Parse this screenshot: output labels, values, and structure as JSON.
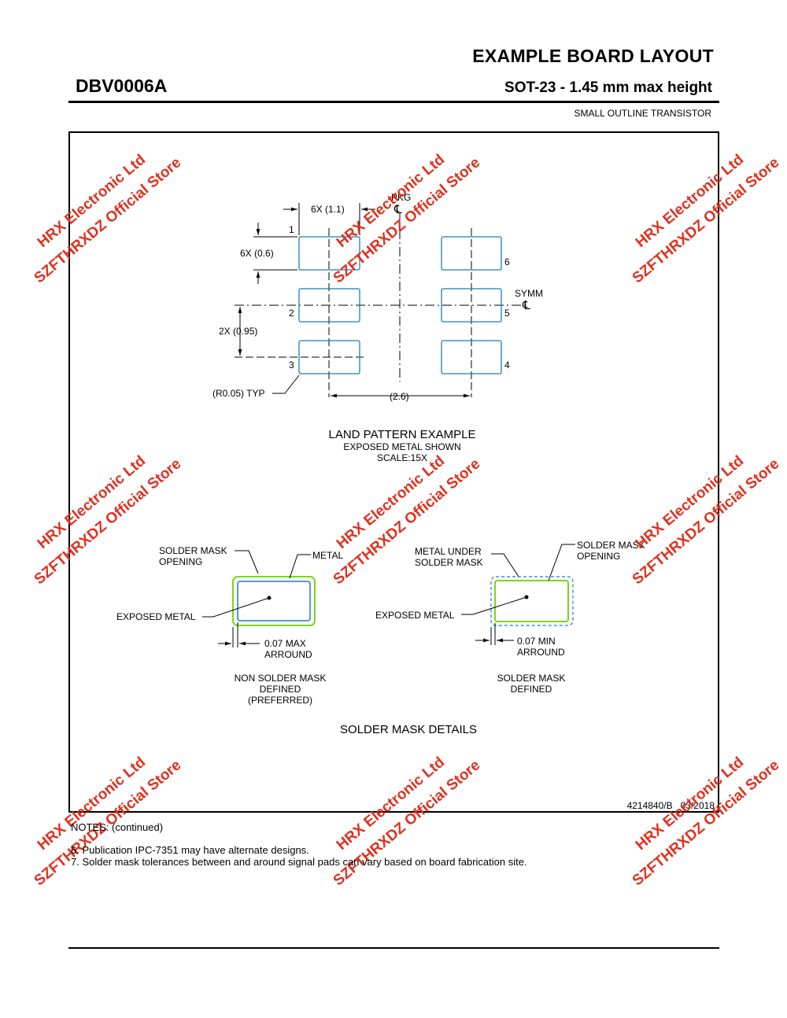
{
  "header": {
    "title": "EXAMPLE BOARD LAYOUT",
    "package_id": "DBV0006A",
    "subtitle": "SOT-23 - 1.45 mm max height",
    "description": "SMALL OUTLINE TRANSISTOR"
  },
  "land_pattern": {
    "dim_pad_length": "6X (1.1)",
    "dim_pad_width": "6X (0.6)",
    "pkg_label": "PKG",
    "centerline_symbol": "℄",
    "symm_label": "SYMM",
    "dim_pitch": "2X (0.95)",
    "dim_radius": "(R0.05) TYP",
    "dim_span": "(2.6)",
    "pin_labels": [
      "1",
      "2",
      "3",
      "4",
      "5",
      "6"
    ],
    "caption_title": "LAND PATTERN EXAMPLE",
    "caption_line2": "EXPOSED METAL SHOWN",
    "caption_scale": "SCALE:15X"
  },
  "solder_mask": {
    "nsmd": {
      "opening_line1": "SOLDER MASK",
      "opening_line2": "OPENING",
      "metal": "METAL",
      "exposed_metal": "EXPOSED METAL",
      "clearance_line1": "0.07 MAX",
      "clearance_line2": "ARROUND",
      "caption_line1": "NON SOLDER MASK",
      "caption_line2": "DEFINED",
      "caption_line3": "(PREFERRED)"
    },
    "smd": {
      "metal_under_line1": "METAL UNDER",
      "metal_under_line2": "SOLDER MASK",
      "opening_line1": "SOLDER MASK",
      "opening_line2": "OPENING",
      "exposed_metal": "EXPOSED METAL",
      "clearance_line1": "0.07 MIN",
      "clearance_line2": "ARROUND",
      "caption_line1": "SOLDER MASK",
      "caption_line2": "DEFINED"
    },
    "section_title": "SOLDER MASK DETAILS"
  },
  "drawing_number": "4214840/B   03/2018",
  "notes": {
    "heading": "NOTES: (continued)",
    "items": [
      "6. Publication IPC-7351 may have alternate designs.",
      "7. Solder mask tolerances between and around signal pads can vary based on board fabrication site."
    ]
  },
  "watermark": {
    "line1": "HRX Electronic Ltd",
    "line2": "SZFTHRXDZ Official Store"
  },
  "colors": {
    "pad_outline": "#1a7fb5",
    "mask_outline": "#7ed321",
    "watermark": "#e0301e"
  }
}
